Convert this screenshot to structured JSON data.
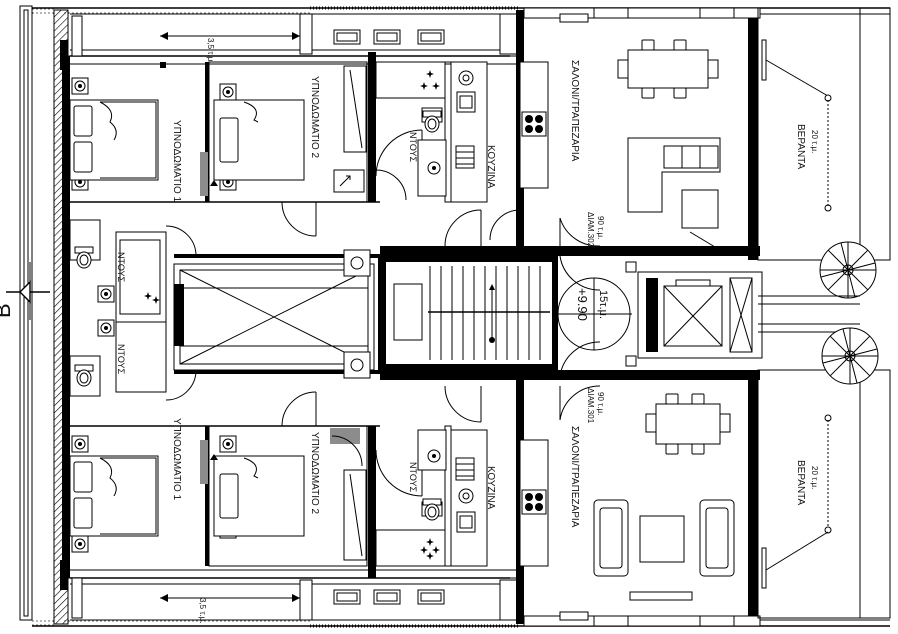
{
  "section_marker": "B",
  "labels": {
    "bedroom1_top": "ΥΠΝΟΔΩΜΑΤΙΟ 1",
    "bedroom2_top": "ΥΠΝΟΔΩΜΑΤΙΟ 2",
    "shower_main_top": "ΝΤΟΥΣ",
    "shower_small_top": "ΝΤΟΥΣ",
    "kitchen_top": "ΚΟΥΖΙΝΑ",
    "living_top": "ΣΑΛΟΝΙ/ΤΡΑΠΕΖΑΡΙΑ",
    "apt_top": "ΔΙΑΜ.302",
    "apt_top_area": "90 τ.μ.",
    "veranda_top": "ΒΕΡΑΝΤΑ",
    "veranda_top_area": "20 τ.μ.",
    "balcony_top_area": "3,5 τ.μ.",
    "bedroom1_bottom": "ΥΠΝΟΔΩΜΑΤΙΟ 1",
    "bedroom2_bottom": "ΥΠΝΟΔΩΜΑΤΙΟ 2",
    "shower_main_bottom": "ΝΤΟΥΣ",
    "shower_small_bottom": "ΝΤΟΥΣ",
    "kitchen_bottom": "ΚΟΥΖΙΝΑ",
    "living_bottom": "ΣΑΛΟΝΙ/ΤΡΑΠΕΖΑΡΙΑ",
    "apt_bottom": "ΔΙΑΜ.301",
    "apt_bottom_area": "90 τ.μ.",
    "veranda_bottom": "ΒΕΡΑΝΤΑ",
    "veranda_bottom_area": "20 τ.μ.",
    "balcony_bottom_area": "3,5 τ.μ.",
    "level": "+9.90",
    "landing_area": "15τ.μ."
  }
}
